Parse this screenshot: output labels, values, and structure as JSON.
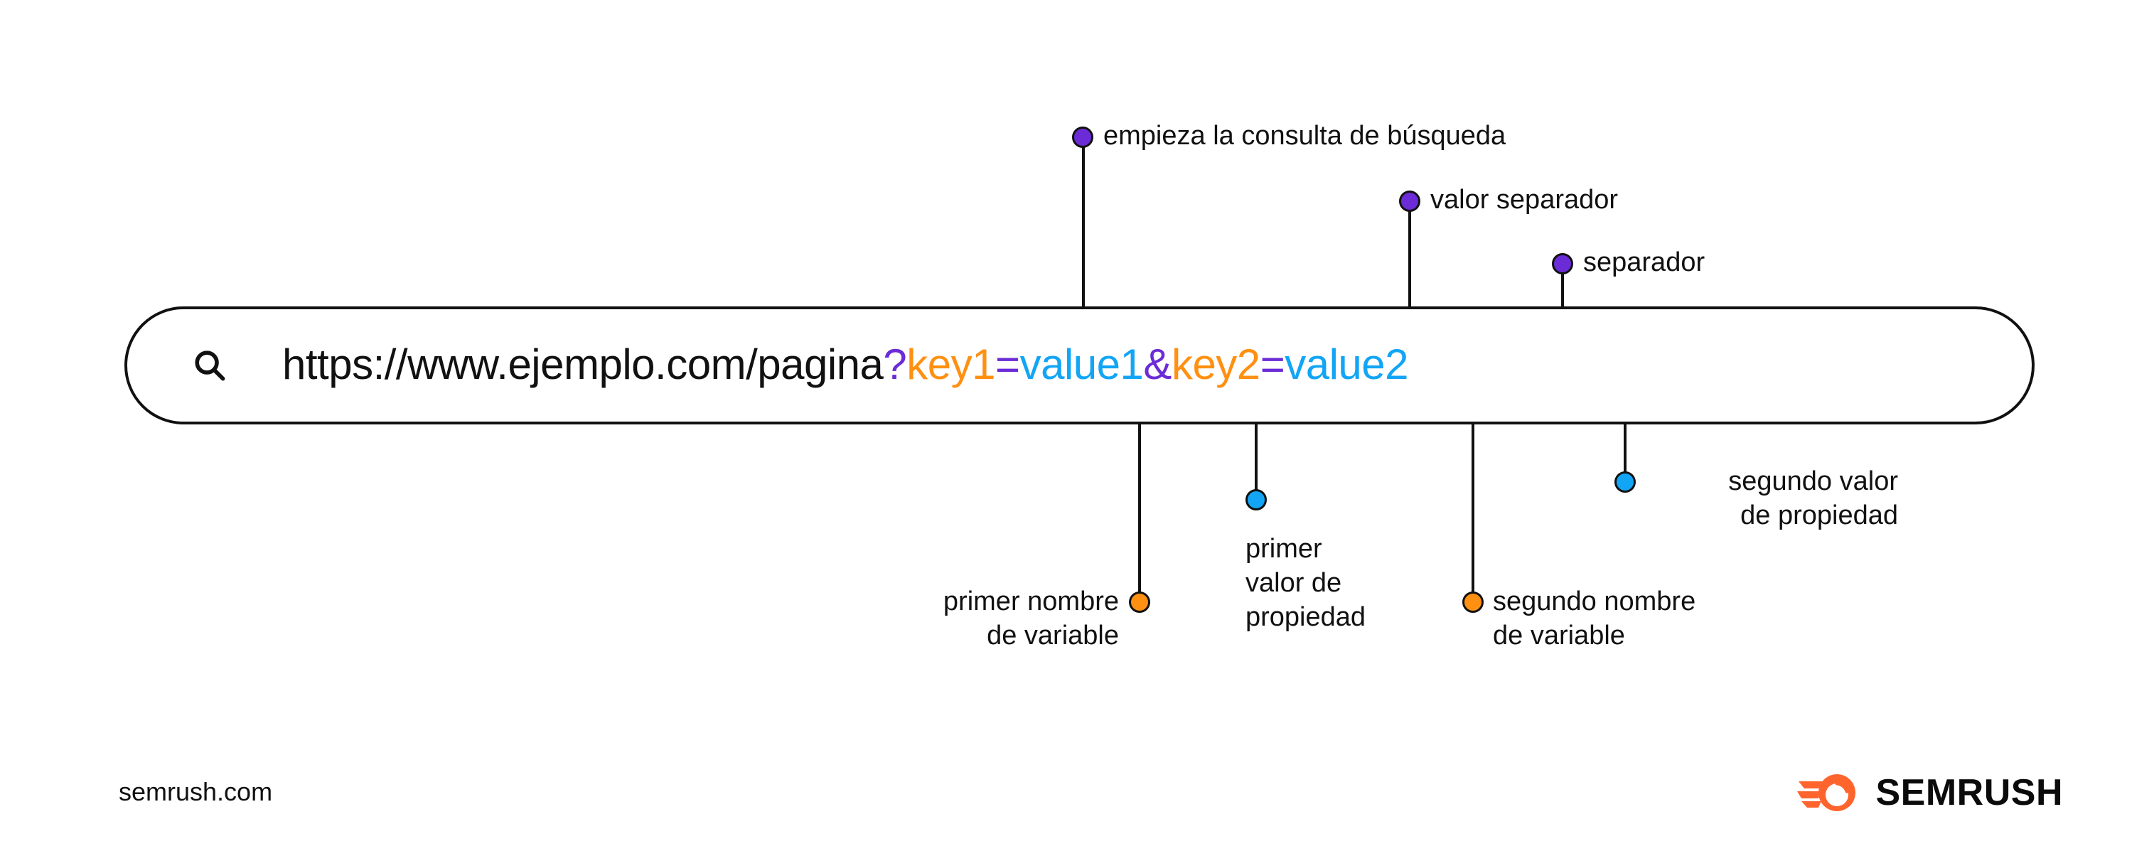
{
  "search_bar": {
    "icon": "search-icon",
    "url_segments": [
      {
        "text": "https://www.ejemplo.com/pagina",
        "role": "base",
        "color": "#111111"
      },
      {
        "text": "?",
        "role": "separator",
        "color": "#6B2BD6"
      },
      {
        "text": "key1",
        "role": "key",
        "color": "#FF9012"
      },
      {
        "text": "=",
        "role": "separator",
        "color": "#6B2BD6"
      },
      {
        "text": "value1",
        "role": "value",
        "color": "#12A5F5"
      },
      {
        "text": "&",
        "role": "separator",
        "color": "#6B2BD6"
      },
      {
        "text": "key2",
        "role": "key",
        "color": "#FF9012"
      },
      {
        "text": "=",
        "role": "separator",
        "color": "#6B2BD6"
      },
      {
        "text": "value2",
        "role": "value",
        "color": "#12A5F5"
      }
    ],
    "full_url": "https://www.ejemplo.com/pagina?key1=value1&key2=value2"
  },
  "annotations": {
    "top": [
      {
        "id": "query-start",
        "label": "empieza la consulta de búsqueda",
        "dot_color": "#6B2BD6",
        "target_token": "?"
      },
      {
        "id": "value-separator",
        "label": "valor separador",
        "dot_color": "#6B2BD6",
        "target_token": "="
      },
      {
        "id": "separator",
        "label": "separador",
        "dot_color": "#6B2BD6",
        "target_token": "&"
      }
    ],
    "bottom": [
      {
        "id": "first-variable-name",
        "label": "primer nombre\nde variable",
        "dot_color": "#FF9012",
        "target_token": "key1"
      },
      {
        "id": "first-property-value",
        "label": "primer\nvalor de\npropiedad",
        "dot_color": "#12A5F5",
        "target_token": "value1"
      },
      {
        "id": "second-variable-name",
        "label": "segundo nombre\nde variable",
        "dot_color": "#FF9012",
        "target_token": "key2"
      },
      {
        "id": "second-property-value",
        "label": "segundo valor\nde propiedad",
        "dot_color": "#12A5F5",
        "target_token": "value2"
      }
    ]
  },
  "footer": {
    "domain": "semrush.com",
    "brand_name": "SEMRUSH",
    "brand_color": "#FF642D"
  },
  "colors": {
    "separator_purple": "#6B2BD6",
    "key_orange": "#FF9012",
    "value_blue": "#12A5F5",
    "ink": "#111111",
    "background": "#FFFFFF"
  }
}
